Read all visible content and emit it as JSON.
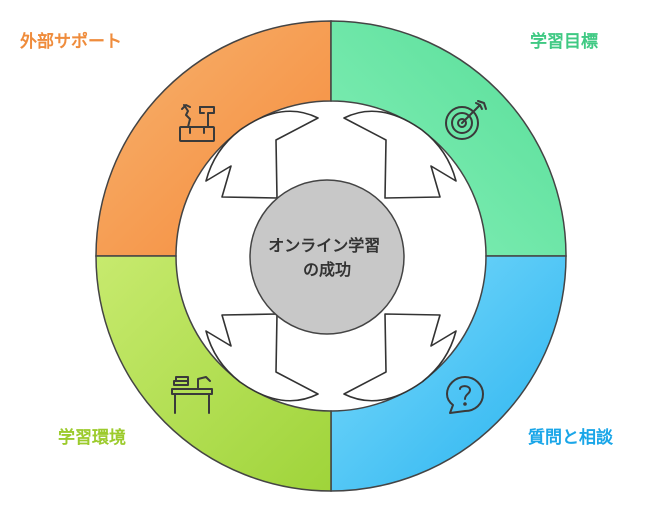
{
  "center": {
    "line1": "オンライン学習",
    "line2": "の成功"
  },
  "segments": {
    "top_left": {
      "label": "外部サポート",
      "icon": "tools-icon",
      "color": "#f7a25a"
    },
    "top_right": {
      "label": "学習目標",
      "icon": "target-icon",
      "color": "#5ee3a0"
    },
    "bottom_left": {
      "label": "学習環境",
      "icon": "desk-icon",
      "color": "#b4e05a"
    },
    "bottom_right": {
      "label": "質問と相談",
      "icon": "question-bubble-icon",
      "color": "#3fc4f5"
    }
  }
}
